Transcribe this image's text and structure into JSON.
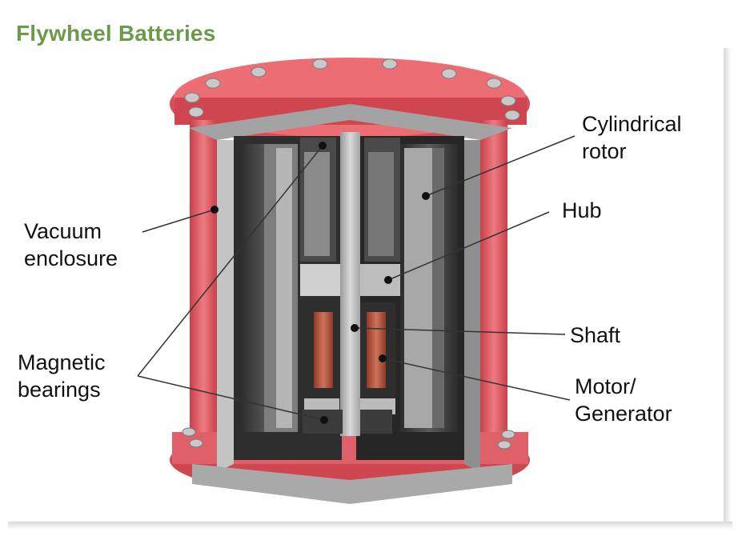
{
  "title": "Flywheel Batteries",
  "labels": {
    "cylindrical_rotor": [
      "Cylindrical",
      "rotor"
    ],
    "hub": "Hub",
    "vacuum_enclosure": [
      "Vacuum",
      "enclosure"
    ],
    "shaft": "Shaft",
    "magnetic_bearings": [
      "Magnetic",
      "bearings"
    ],
    "motor_generator": [
      "Motor/",
      "Generator"
    ]
  },
  "colors": {
    "title": "#6a9a4a",
    "enclosure_red": "#e05a62",
    "steel": "#b9b9b9",
    "dark": "#3a3a3a",
    "copper": "#b5553a"
  }
}
